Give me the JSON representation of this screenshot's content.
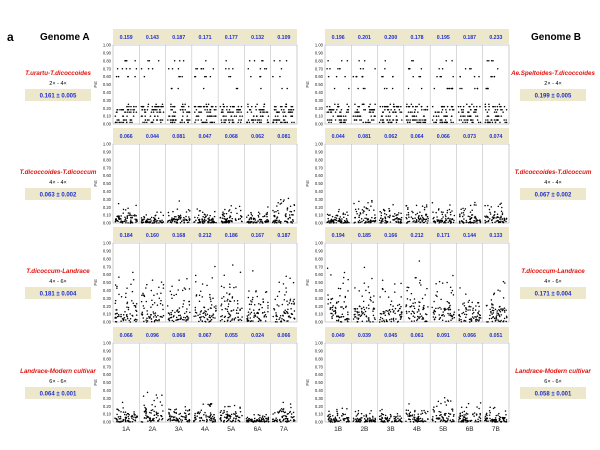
{
  "figure": {
    "panel_letter": "a",
    "genome_a_title": "Genome A",
    "genome_b_title": "Genome B",
    "fst_axis_label": "Fst",
    "y_ticks": [
      "1.00",
      "0.90",
      "0.80",
      "0.70",
      "0.60",
      "0.50",
      "0.40",
      "0.30",
      "0.20",
      "0.10",
      "0.00"
    ],
    "x_labels_a": [
      "1A",
      "2A",
      "3A",
      "4A",
      "5A",
      "6A",
      "7A"
    ],
    "x_labels_b": [
      "1B",
      "2B",
      "3B",
      "4B",
      "5B",
      "6B",
      "7B"
    ],
    "colors": {
      "box_fill": "#ede8cc",
      "chrom_mean": "#1f2fd0",
      "comparison_label": "#e0140f",
      "points": "#000000"
    },
    "rows": [
      {
        "left": {
          "comparison": "T.urartu-T.dicoccoides",
          "ploidy": "2× - 4×",
          "fst": "0.161 ± 0.005"
        },
        "right": {
          "comparison": "Ae.Speltoides-T.dicoccoides",
          "ploidy": "2× - 4×",
          "fst": "0.199 ± 0.005"
        },
        "means_a": [
          "0.159",
          "0.143",
          "0.187",
          "0.171",
          "0.177",
          "0.132",
          "0.109"
        ],
        "means_b": [
          "0.196",
          "0.201",
          "0.200",
          "0.178",
          "0.195",
          "0.187",
          "0.233"
        ]
      },
      {
        "left": {
          "comparison": "T.dicoccoides-T.dicoccum",
          "ploidy": "4× - 4×",
          "fst": "0.063 ± 0.002"
        },
        "right": {
          "comparison": "T.dicoccoides-T.dicoccum",
          "ploidy": "4× - 4×",
          "fst": "0.067 ± 0.002"
        },
        "means_a": [
          "0.066",
          "0.044",
          "0.081",
          "0.047",
          "0.068",
          "0.062",
          "0.081"
        ],
        "means_b": [
          "0.044",
          "0.081",
          "0.062",
          "0.064",
          "0.066",
          "0.073",
          "0.074"
        ]
      },
      {
        "left": {
          "comparison": "T.dicoccum-Landrace",
          "ploidy": "4× - 6×",
          "fst": "0.181 ± 0.004"
        },
        "right": {
          "comparison": "T.dicoccum-Landrace",
          "ploidy": "4× - 6×",
          "fst": "0.171 ± 0.004"
        },
        "means_a": [
          "0.184",
          "0.160",
          "0.168",
          "0.212",
          "0.186",
          "0.167",
          "0.187"
        ],
        "means_b": [
          "0.194",
          "0.185",
          "0.166",
          "0.212",
          "0.171",
          "0.144",
          "0.133"
        ]
      },
      {
        "left": {
          "comparison": "Landrace-Modern cultivar",
          "ploidy": "6× - 6×",
          "fst": "0.064 ± 0.001"
        },
        "right": {
          "comparison": "Landrace-Modern cultivar",
          "ploidy": "6× - 6×",
          "fst": "0.058 ± 0.001"
        },
        "means_a": [
          "0.066",
          "0.096",
          "0.068",
          "0.067",
          "0.055",
          "0.024",
          "0.066"
        ],
        "means_b": [
          "0.049",
          "0.039",
          "0.045",
          "0.061",
          "0.091",
          "0.066",
          "0.051"
        ]
      }
    ]
  },
  "chart_data": [
    {
      "type": "scatter",
      "genome": "A",
      "comparison": "T.urartu-T.dicoccoides",
      "ylim": [
        0,
        1
      ],
      "ylabel": "Fst",
      "categories": [
        "1A",
        "2A",
        "3A",
        "4A",
        "5A",
        "6A",
        "7A"
      ],
      "chromosome_means": [
        0.159,
        0.143,
        0.187,
        0.171,
        0.177,
        0.132,
        0.109
      ],
      "overall_fst": "0.161 ± 0.005"
    },
    {
      "type": "scatter",
      "genome": "B",
      "comparison": "Ae.Speltoides-T.dicoccoides",
      "ylim": [
        0,
        1
      ],
      "ylabel": "Fst",
      "categories": [
        "1B",
        "2B",
        "3B",
        "4B",
        "5B",
        "6B",
        "7B"
      ],
      "chromosome_means": [
        0.196,
        0.201,
        0.2,
        0.178,
        0.195,
        0.187,
        0.233
      ],
      "overall_fst": "0.199 ± 0.005"
    },
    {
      "type": "scatter",
      "genome": "A",
      "comparison": "T.dicoccoides-T.dicoccum",
      "ylim": [
        0,
        1
      ],
      "ylabel": "Fst",
      "categories": [
        "1A",
        "2A",
        "3A",
        "4A",
        "5A",
        "6A",
        "7A"
      ],
      "chromosome_means": [
        0.066,
        0.044,
        0.081,
        0.047,
        0.068,
        0.062,
        0.081
      ],
      "overall_fst": "0.063 ± 0.002"
    },
    {
      "type": "scatter",
      "genome": "B",
      "comparison": "T.dicoccoides-T.dicoccum",
      "ylim": [
        0,
        1
      ],
      "ylabel": "Fst",
      "categories": [
        "1B",
        "2B",
        "3B",
        "4B",
        "5B",
        "6B",
        "7B"
      ],
      "chromosome_means": [
        0.044,
        0.081,
        0.062,
        0.064,
        0.066,
        0.073,
        0.074
      ],
      "overall_fst": "0.067 ± 0.002"
    },
    {
      "type": "scatter",
      "genome": "A",
      "comparison": "T.dicoccum-Landrace",
      "ylim": [
        0,
        1
      ],
      "ylabel": "Fst",
      "categories": [
        "1A",
        "2A",
        "3A",
        "4A",
        "5A",
        "6A",
        "7A"
      ],
      "chromosome_means": [
        0.184,
        0.16,
        0.168,
        0.212,
        0.186,
        0.167,
        0.187
      ],
      "overall_fst": "0.181 ± 0.004"
    },
    {
      "type": "scatter",
      "genome": "B",
      "comparison": "T.dicoccum-Landrace",
      "ylim": [
        0,
        1
      ],
      "ylabel": "Fst",
      "categories": [
        "1B",
        "2B",
        "3B",
        "4B",
        "5B",
        "6B",
        "7B"
      ],
      "chromosome_means": [
        0.194,
        0.185,
        0.166,
        0.212,
        0.171,
        0.144,
        0.133
      ],
      "overall_fst": "0.171 ± 0.004"
    },
    {
      "type": "scatter",
      "genome": "A",
      "comparison": "Landrace-Modern cultivar",
      "ylim": [
        0,
        1
      ],
      "ylabel": "Fst",
      "categories": [
        "1A",
        "2A",
        "3A",
        "4A",
        "5A",
        "6A",
        "7A"
      ],
      "chromosome_means": [
        0.066,
        0.096,
        0.068,
        0.067,
        0.055,
        0.024,
        0.066
      ],
      "overall_fst": "0.064 ± 0.001"
    },
    {
      "type": "scatter",
      "genome": "B",
      "comparison": "Landrace-Modern cultivar",
      "ylim": [
        0,
        1
      ],
      "ylabel": "Fst",
      "categories": [
        "1B",
        "2B",
        "3B",
        "4B",
        "5B",
        "6B",
        "7B"
      ],
      "chromosome_means": [
        0.049,
        0.039,
        0.045,
        0.061,
        0.091,
        0.066,
        0.051
      ],
      "overall_fst": "0.058 ± 0.001"
    }
  ]
}
